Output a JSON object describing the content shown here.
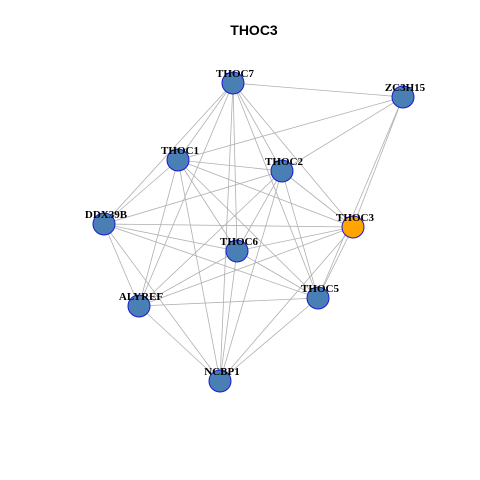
{
  "title": "THOC3",
  "colors": {
    "node_default": "#4a7fb5",
    "node_highlight": "#ffa500",
    "node_border": "#1a1ad0",
    "edge": "#b0b0b0"
  },
  "nodes": [
    {
      "id": "THOC7",
      "label": "THOC7",
      "highlight": false
    },
    {
      "id": "ZC3H15",
      "label": "ZC3H15",
      "highlight": false
    },
    {
      "id": "THOC1",
      "label": "THOC1",
      "highlight": false
    },
    {
      "id": "THOC2",
      "label": "THOC2",
      "highlight": false
    },
    {
      "id": "DDX39B",
      "label": "DDX39B",
      "highlight": false
    },
    {
      "id": "THOC3",
      "label": "THOC3",
      "highlight": true
    },
    {
      "id": "THOC6",
      "label": "THOC6",
      "highlight": false
    },
    {
      "id": "ALYREF",
      "label": "ALYREF",
      "highlight": false
    },
    {
      "id": "THOC5",
      "label": "THOC5",
      "highlight": false
    },
    {
      "id": "NCBP1",
      "label": "NCBP1",
      "highlight": false
    }
  ],
  "edges": [
    [
      "THOC7",
      "ZC3H15"
    ],
    [
      "THOC7",
      "THOC1"
    ],
    [
      "THOC7",
      "THOC2"
    ],
    [
      "THOC7",
      "DDX39B"
    ],
    [
      "THOC7",
      "THOC3"
    ],
    [
      "THOC7",
      "THOC6"
    ],
    [
      "THOC7",
      "ALYREF"
    ],
    [
      "THOC7",
      "THOC5"
    ],
    [
      "THOC7",
      "NCBP1"
    ],
    [
      "ZC3H15",
      "THOC1"
    ],
    [
      "ZC3H15",
      "THOC2"
    ],
    [
      "ZC3H15",
      "THOC3"
    ],
    [
      "ZC3H15",
      "THOC5"
    ],
    [
      "THOC1",
      "THOC2"
    ],
    [
      "THOC1",
      "DDX39B"
    ],
    [
      "THOC1",
      "THOC3"
    ],
    [
      "THOC1",
      "THOC6"
    ],
    [
      "THOC1",
      "ALYREF"
    ],
    [
      "THOC1",
      "THOC5"
    ],
    [
      "THOC1",
      "NCBP1"
    ],
    [
      "THOC2",
      "DDX39B"
    ],
    [
      "THOC2",
      "THOC3"
    ],
    [
      "THOC2",
      "THOC6"
    ],
    [
      "THOC2",
      "ALYREF"
    ],
    [
      "THOC2",
      "THOC5"
    ],
    [
      "THOC2",
      "NCBP1"
    ],
    [
      "DDX39B",
      "THOC3"
    ],
    [
      "DDX39B",
      "THOC6"
    ],
    [
      "DDX39B",
      "ALYREF"
    ],
    [
      "DDX39B",
      "THOC5"
    ],
    [
      "DDX39B",
      "NCBP1"
    ],
    [
      "THOC3",
      "THOC6"
    ],
    [
      "THOC3",
      "ALYREF"
    ],
    [
      "THOC3",
      "THOC5"
    ],
    [
      "THOC3",
      "NCBP1"
    ],
    [
      "THOC6",
      "ALYREF"
    ],
    [
      "THOC6",
      "THOC5"
    ],
    [
      "THOC6",
      "NCBP1"
    ],
    [
      "ALYREF",
      "THOC5"
    ],
    [
      "ALYREF",
      "NCBP1"
    ],
    [
      "THOC5",
      "NCBP1"
    ]
  ]
}
